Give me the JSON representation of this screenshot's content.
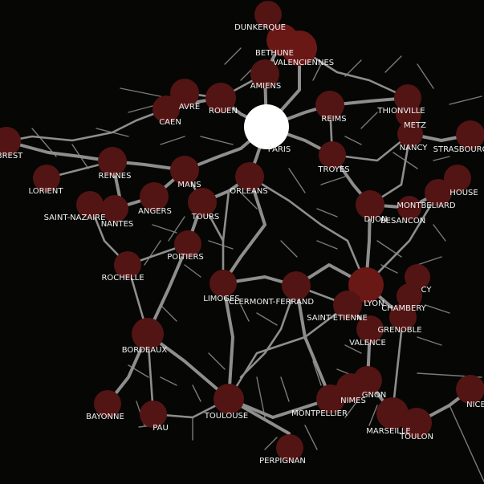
{
  "colors": {
    "background": "#060604",
    "road": "#8e8e8e",
    "city": "#521514",
    "hub": "#ffffff",
    "label": "#f2f2f2"
  },
  "cities": [
    {
      "id": "paris",
      "name": "PARIS",
      "hub": true
    },
    {
      "id": "dunkerque",
      "name": "DUNKERQUE"
    },
    {
      "id": "bethune",
      "name": "BETHUNE"
    },
    {
      "id": "valenciennes",
      "name": "VALENCIENNES"
    },
    {
      "id": "amiens",
      "name": "AMIENS"
    },
    {
      "id": "le-havre",
      "name": "AVRE"
    },
    {
      "id": "rouen",
      "name": "ROUEN"
    },
    {
      "id": "caen",
      "name": "CAEN"
    },
    {
      "id": "reims",
      "name": "REIMS"
    },
    {
      "id": "thionville",
      "name": "THIONVILLE"
    },
    {
      "id": "metz",
      "name": "METZ"
    },
    {
      "id": "nancy",
      "name": "NANCY"
    },
    {
      "id": "strasbourg",
      "name": "STRASBOURG"
    },
    {
      "id": "brest",
      "name": "BREST"
    },
    {
      "id": "rennes",
      "name": "RENNES"
    },
    {
      "id": "lorient",
      "name": "LORIENT"
    },
    {
      "id": "le-mans",
      "name": "MANS"
    },
    {
      "id": "orleans",
      "name": "ORLEANS"
    },
    {
      "id": "troyes",
      "name": "TROYES"
    },
    {
      "id": "mulhouse",
      "name": "HOUSE"
    },
    {
      "id": "montbeliard",
      "name": "MONTBELIARD"
    },
    {
      "id": "dijon",
      "name": "DIJON"
    },
    {
      "id": "besancon",
      "name": "BESANCON"
    },
    {
      "id": "saint-nazaire",
      "name": "SAINT-NAZAIRE"
    },
    {
      "id": "nantes",
      "name": "NANTES"
    },
    {
      "id": "angers",
      "name": "ANGERS"
    },
    {
      "id": "tours",
      "name": "TOURS"
    },
    {
      "id": "poitiers",
      "name": "POITIERS"
    },
    {
      "id": "la-rochelle",
      "name": "ROCHELLE"
    },
    {
      "id": "limoges",
      "name": "LIMOGES"
    },
    {
      "id": "clermont-ferrand",
      "name": "CLERMONT-FERRAND"
    },
    {
      "id": "lyon",
      "name": "LYON"
    },
    {
      "id": "annecy",
      "name": "CY"
    },
    {
      "id": "chambery",
      "name": "CHAMBERY"
    },
    {
      "id": "saint-etienne",
      "name": "SAINT-ETIENNE"
    },
    {
      "id": "grenoble",
      "name": "GRENOBLE"
    },
    {
      "id": "valence",
      "name": "VALENCE"
    },
    {
      "id": "bordeaux",
      "name": "BORDEAUX"
    },
    {
      "id": "bayonne",
      "name": "BAYONNE"
    },
    {
      "id": "pau",
      "name": "PAU"
    },
    {
      "id": "toulouse",
      "name": "TOULOUSE"
    },
    {
      "id": "montpellier",
      "name": "MONTPELLIER"
    },
    {
      "id": "nimes",
      "name": "NIMES"
    },
    {
      "id": "avignon",
      "name": "GNON"
    },
    {
      "id": "marseille",
      "name": "MARSEILLE"
    },
    {
      "id": "toulon",
      "name": "TOULON"
    },
    {
      "id": "nice",
      "name": "NICE"
    },
    {
      "id": "perpignan",
      "name": "PERPIGNAN"
    }
  ]
}
